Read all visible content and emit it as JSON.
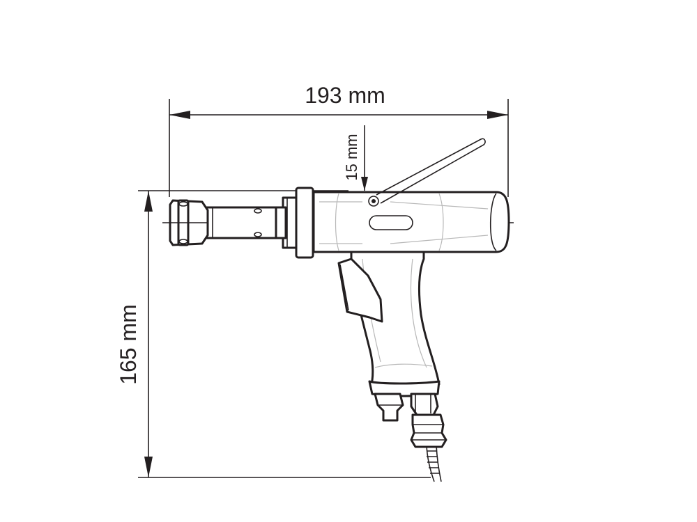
{
  "dimensions": {
    "length_label": "193 mm",
    "height_label": "165 mm",
    "offset_label": "15 mm"
  },
  "colors": {
    "ink": "#231f20",
    "ghost": "#b8b8b8",
    "background": "#ffffff"
  }
}
